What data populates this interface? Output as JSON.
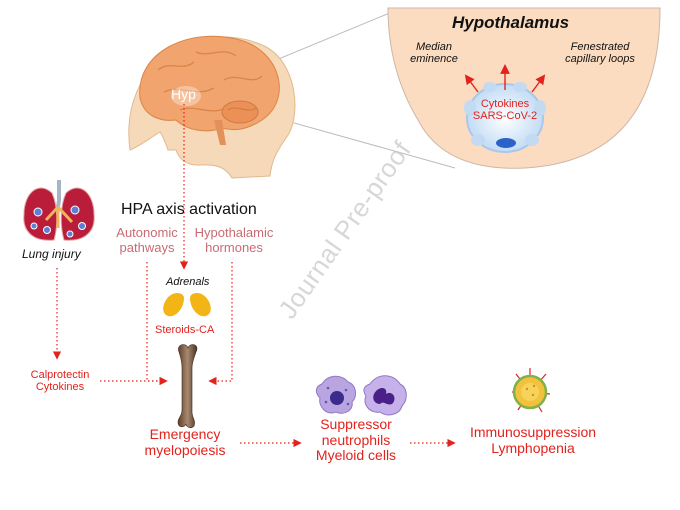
{
  "watermark": "Journal Pre-proof",
  "brain": {
    "hyp_label": "Hyp"
  },
  "inset": {
    "title": "Hypothalamus",
    "left_label": [
      "Median",
      "eminence"
    ],
    "right_label": [
      "Fenestrated",
      "capillary loops"
    ],
    "center_label": [
      "Cytokines",
      "SARS-CoV-2"
    ]
  },
  "hpa": {
    "title": "HPA axis activation",
    "left": [
      "Autonomic",
      "pathways"
    ],
    "right": [
      "Hypothalamic",
      "hormones"
    ]
  },
  "adrenals": {
    "label": "Adrenals",
    "steroids": "Steroids-CA"
  },
  "lung": {
    "label": "Lung injury"
  },
  "calprotectin": [
    "Calprotectin",
    "Cytokines"
  ],
  "emergency": [
    "Emergency",
    "myelopoiesis"
  ],
  "suppressor": [
    "Suppressor",
    "neutrophils",
    "Myeloid cells"
  ],
  "immuno": [
    "Immunosuppression",
    "Lymphopenia"
  ],
  "colors": {
    "accent_red": "#e2221c",
    "muted_pink": "#c96b72",
    "skin": "#f6d9b8",
    "brain": "#f2a46f"
  }
}
